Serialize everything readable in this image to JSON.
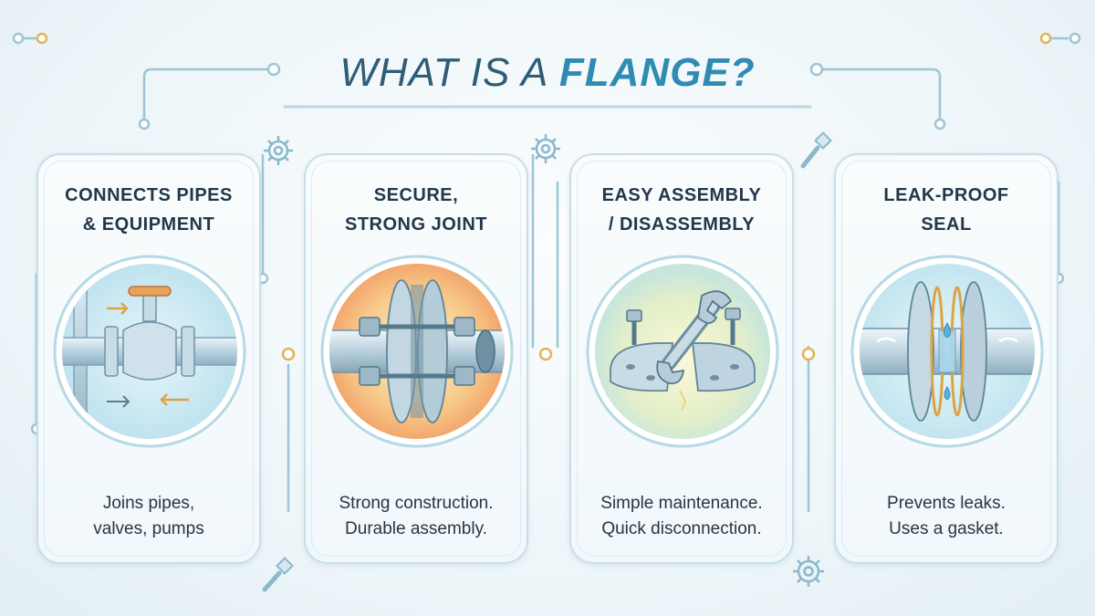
{
  "title": {
    "prefix": "WHAT IS A ",
    "highlight": "FLANGE?"
  },
  "cards": [
    {
      "title_line1": "CONNECTS PIPES",
      "title_line2": "& EQUIPMENT",
      "desc_line1": "Joins pipes,",
      "desc_line2": "valves, pumps",
      "illustration": "pipe-valve-connection-icon"
    },
    {
      "title_line1": "SECURE,",
      "title_line2": "STRONG JOINT",
      "desc_line1": "Strong construction.",
      "desc_line2": "Durable assembly.",
      "illustration": "bolted-flange-joint-icon"
    },
    {
      "title_line1": "EASY ASSEMBLY",
      "title_line2": "/ DISASSEMBLY",
      "desc_line1": "Simple maintenance.",
      "desc_line2": "Quick disconnection.",
      "illustration": "wrench-flange-icon"
    },
    {
      "title_line1": "LEAK-PROOF",
      "title_line2": "SEAL",
      "desc_line1": "Prevents leaks.",
      "desc_line2": "Uses a gasket.",
      "illustration": "gasket-seal-icon"
    }
  ],
  "colors": {
    "title": "#2f5d78",
    "title_accent": "#2f8bb2",
    "card_border": "#c7dee8",
    "connector": "#9cc6d6",
    "node_accent": "#e0b45a"
  }
}
